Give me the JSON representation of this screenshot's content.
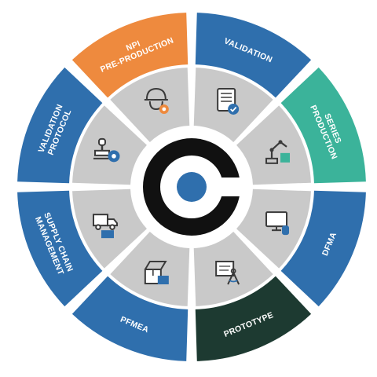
{
  "colors": {
    "blue": "#2f6fad",
    "orange": "#ee8a3e",
    "teal": "#3bb39a",
    "dark_green": "#1d3a31",
    "inner_gray": "#c9c9c9",
    "hub_black": "#111111",
    "hub_dot": "#2f6fad",
    "icon_stroke": "#3a3a3a",
    "icon_accent": "#2f6fad"
  },
  "segments": [
    {
      "key": "npi",
      "lines": [
        "NPI",
        "PRE-PRODUCTION"
      ],
      "color": "orange",
      "icon": "worker-helmet-gear-icon"
    },
    {
      "key": "validation",
      "lines": [
        "VALIDATION"
      ],
      "color": "blue",
      "icon": "certificate-document-icon"
    },
    {
      "key": "series",
      "lines": [
        "SERIES",
        "PRODUCTION"
      ],
      "color": "teal",
      "icon": "robotic-arm-icon"
    },
    {
      "key": "dfma",
      "lines": [
        "DFMA"
      ],
      "color": "blue",
      "icon": "computer-monitor-icon"
    },
    {
      "key": "prototype",
      "lines": [
        "PROTOTYPE"
      ],
      "color": "dark_green",
      "icon": "blueprint-compass-icon"
    },
    {
      "key": "pfmea",
      "lines": [
        "PFMEA"
      ],
      "color": "blue",
      "icon": "open-box-icon"
    },
    {
      "key": "supply",
      "lines": [
        "SUPPLY CHAIN",
        "MANAGEMENT"
      ],
      "color": "blue",
      "icon": "delivery-truck-icon"
    },
    {
      "key": "protocol",
      "lines": [
        "VALIDATION",
        "PROTOCOL"
      ],
      "color": "blue",
      "icon": "stamp-gear-icon"
    }
  ]
}
